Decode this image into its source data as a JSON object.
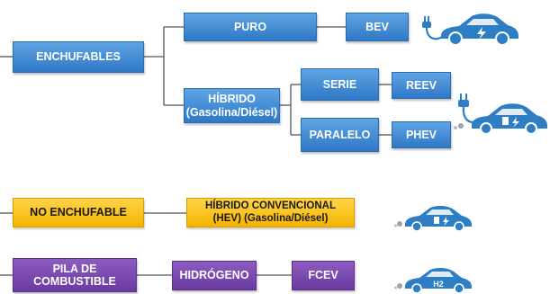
{
  "nodes": {
    "enchufables": "ENCHUFABLES",
    "puro": "PURO",
    "bev": "BEV",
    "hibrido": "HÍBRIDO\n(Gasolina/Diésel)",
    "serie": "SERIE",
    "reev": "REEV",
    "paralelo": "PARALELO",
    "phev": "PHEV",
    "no_enchufable": "NO ENCHUFABLE",
    "hibrido_convencional": "HÍBRIDO CONVENCIONAL\n(HEV) (Gasolina/Diésel)",
    "pila_combustible": "PILA DE\nCOMBUSTIBLE",
    "hidrogeno": "HIDRÓGENO",
    "fcev": "FCEV"
  },
  "icons": {
    "bev_car": "electric-car-plug-icon",
    "phev_car": "plugin-hybrid-car-icon",
    "hev_car": "hybrid-car-icon",
    "fcev_car": "hydrogen-car-icon",
    "h2_label": "H2"
  },
  "colors": {
    "blue": "#3a86d4",
    "yellow": "#f8c21a",
    "purple": "#7b4bb1",
    "car": "#2d7ec5",
    "line": "#555555"
  }
}
